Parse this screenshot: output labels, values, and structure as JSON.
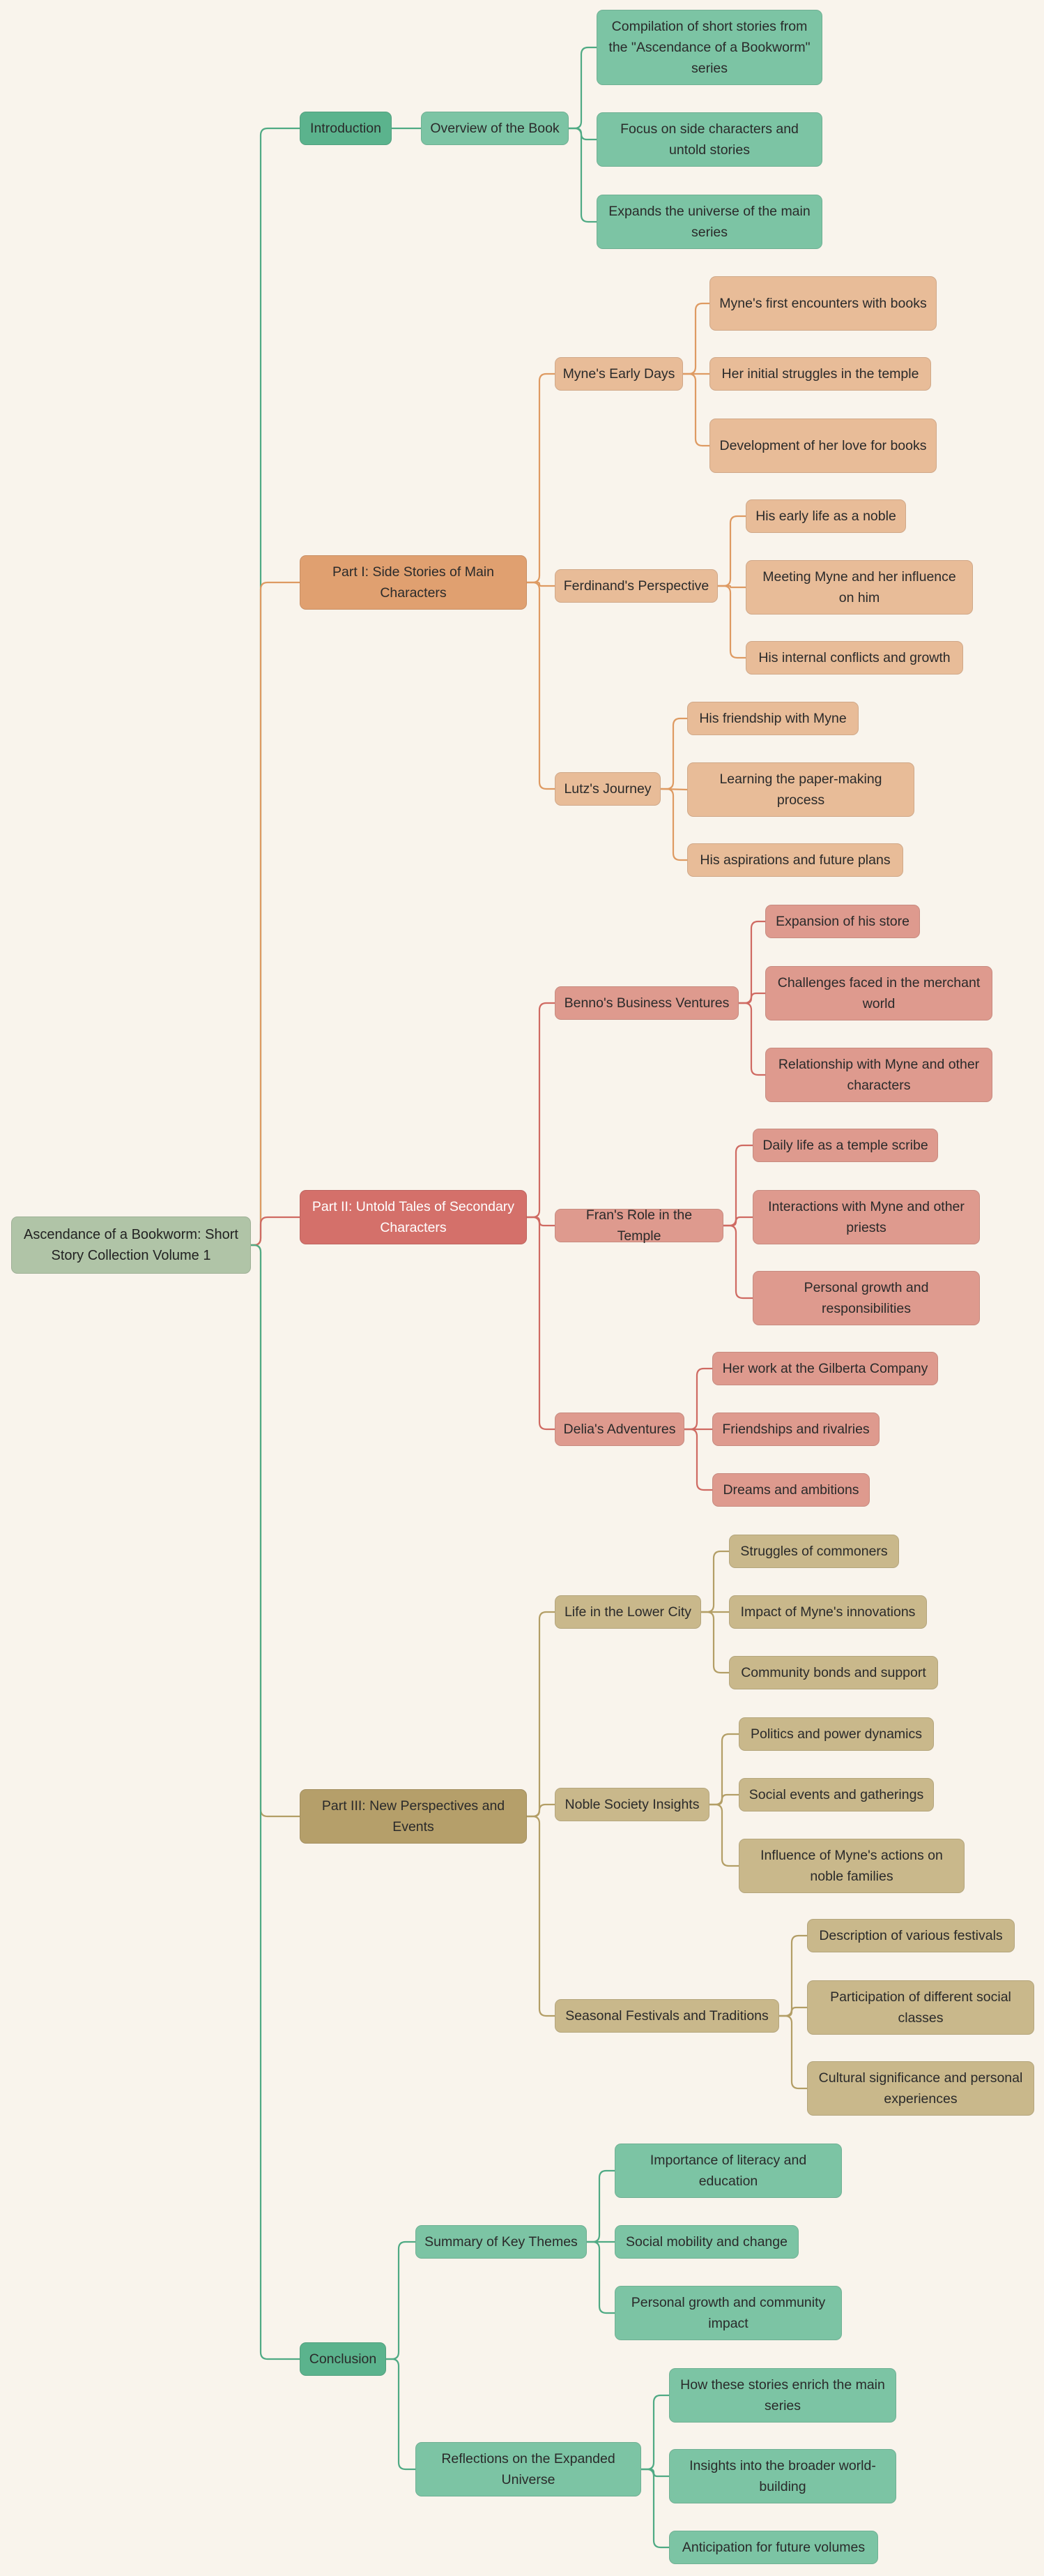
{
  "colors": {
    "background": "#f9f4ec",
    "introduction": "#4faa84",
    "part1": "#de9a62",
    "part2": "#cf6a62",
    "part3": "#b39e66",
    "conclusion": "#4faa84"
  },
  "mindmap": {
    "root": "Ascendance of a Bookworm: Short Story Collection Volume 1",
    "introduction": {
      "label": "Introduction",
      "overview": {
        "label": "Overview of the Book",
        "items": [
          "Compilation of short stories from the \"Ascendance of a Bookworm\" series",
          "Focus on side characters and untold stories",
          "Expands the universe of the main series"
        ]
      }
    },
    "part1": {
      "label": "Part I: Side Stories of Main Characters",
      "myne": {
        "label": "Myne's Early Days",
        "items": [
          "Myne's first encounters with books",
          "Her initial struggles in the temple",
          "Development of her love for books"
        ]
      },
      "ferdinand": {
        "label": "Ferdinand's Perspective",
        "items": [
          "His early life as a noble",
          "Meeting Myne and her influence on him",
          "His internal conflicts and growth"
        ]
      },
      "lutz": {
        "label": "Lutz's Journey",
        "items": [
          "His friendship with Myne",
          "Learning the paper-making process",
          "His aspirations and future plans"
        ]
      }
    },
    "part2": {
      "label": "Part II: Untold Tales of Secondary Characters",
      "benno": {
        "label": "Benno's Business Ventures",
        "items": [
          "Expansion of his store",
          "Challenges faced in the merchant world",
          "Relationship with Myne and other characters"
        ]
      },
      "fran": {
        "label": "Fran's Role in the Temple",
        "items": [
          "Daily life as a temple scribe",
          "Interactions with Myne and other priests",
          "Personal growth and responsibilities"
        ]
      },
      "delia": {
        "label": "Delia's Adventures",
        "items": [
          "Her work at the Gilberta Company",
          "Friendships and rivalries",
          "Dreams and ambitions"
        ]
      }
    },
    "part3": {
      "label": "Part III: New Perspectives and Events",
      "lowercity": {
        "label": "Life in the Lower City",
        "items": [
          "Struggles of commoners",
          "Impact of Myne's innovations",
          "Community bonds and support"
        ]
      },
      "noble": {
        "label": "Noble Society Insights",
        "items": [
          "Politics and power dynamics",
          "Social events and gatherings",
          "Influence of Myne's actions on noble families"
        ]
      },
      "festivals": {
        "label": "Seasonal Festivals and Traditions",
        "items": [
          "Description of various festivals",
          "Participation of different social classes",
          "Cultural significance and personal experiences"
        ]
      }
    },
    "conclusion": {
      "label": "Conclusion",
      "summary": {
        "label": "Summary of Key Themes",
        "items": [
          "Importance of literacy and education",
          "Social mobility and change",
          "Personal growth and community impact"
        ]
      },
      "reflections": {
        "label": "Reflections on the Expanded Universe",
        "items": [
          "How these stories enrich the main series",
          "Insights into the broader world-building",
          "Anticipation for future volumes"
        ]
      }
    }
  }
}
